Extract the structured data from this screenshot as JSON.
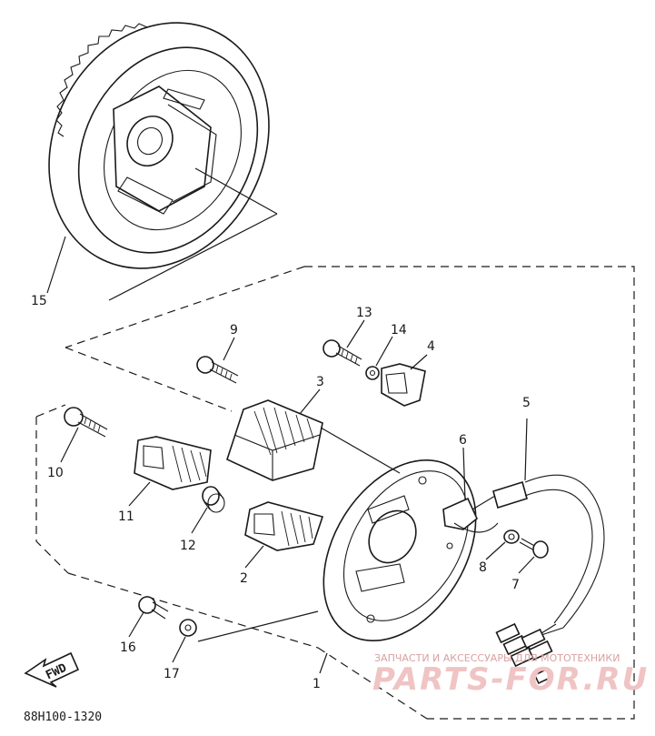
{
  "diagram": {
    "callouts": [
      {
        "id": "c15",
        "text": "15"
      },
      {
        "id": "c9",
        "text": "9"
      },
      {
        "id": "c13",
        "text": "13"
      },
      {
        "id": "c14",
        "text": "14"
      },
      {
        "id": "c4",
        "text": "4"
      },
      {
        "id": "c3",
        "text": "3"
      },
      {
        "id": "c5",
        "text": "5"
      },
      {
        "id": "c6",
        "text": "6"
      },
      {
        "id": "c10",
        "text": "10"
      },
      {
        "id": "c11",
        "text": "11"
      },
      {
        "id": "c12",
        "text": "12"
      },
      {
        "id": "c2",
        "text": "2"
      },
      {
        "id": "c8",
        "text": "8"
      },
      {
        "id": "c7",
        "text": "7"
      },
      {
        "id": "c16",
        "text": "16"
      },
      {
        "id": "c17",
        "text": "17"
      },
      {
        "id": "c1",
        "text": "1"
      }
    ],
    "forward_label": "FWD",
    "drawing_code": "88H100-1320"
  },
  "watermark": {
    "caption": "ЗАПЧАСТИ И АКСЕССУАРЫ ДЛЯ МОТОТЕХНИКИ",
    "brand": "PARTS-FOR.RU"
  },
  "colors": {
    "ink": "#1a1a1a",
    "watermark": "#f0c4c4",
    "background": "#ffffff"
  }
}
